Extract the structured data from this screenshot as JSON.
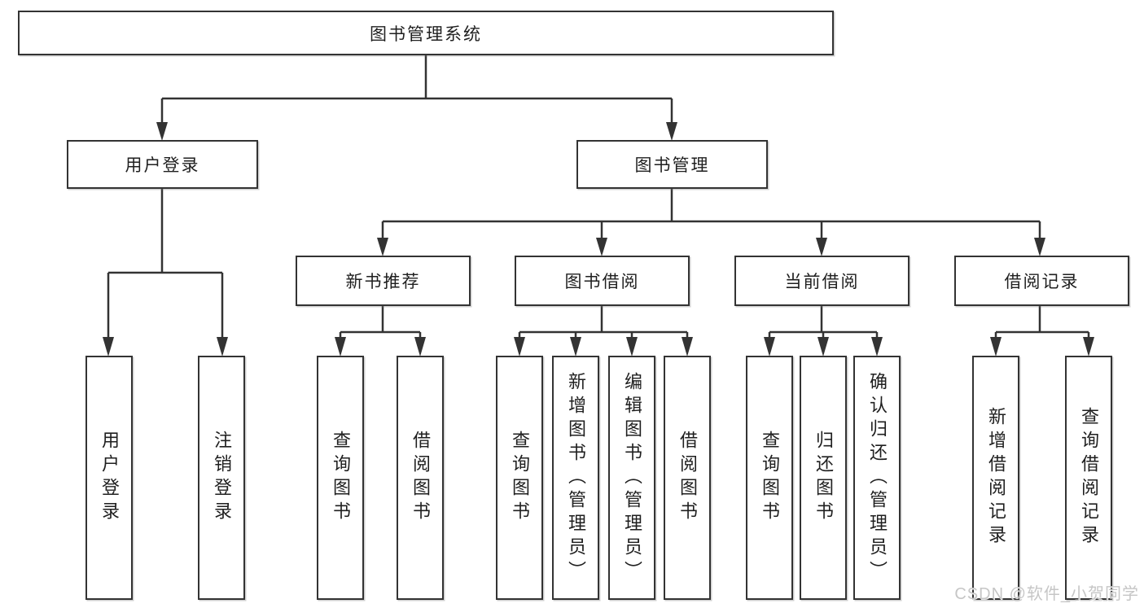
{
  "diagram": {
    "root": {
      "label": "图书管理系统"
    },
    "level2": [
      {
        "label": "用户登录"
      },
      {
        "label": "图书管理"
      }
    ],
    "level3": [
      {
        "label": "新书推荐"
      },
      {
        "label": "图书借阅"
      },
      {
        "label": "当前借阅"
      },
      {
        "label": "借阅记录"
      }
    ],
    "leaves": {
      "user_login": [
        {
          "label": "用户登录"
        },
        {
          "label": "注销登录"
        }
      ],
      "new_book_recommend": [
        {
          "label": "查询图书"
        },
        {
          "label": "借阅图书"
        }
      ],
      "book_borrow": [
        {
          "label": "查询图书"
        },
        {
          "label": "新增图书（管理员）"
        },
        {
          "label": "编辑图书（管理员）"
        },
        {
          "label": "借阅图书"
        }
      ],
      "current_borrow": [
        {
          "label": "查询图书"
        },
        {
          "label": "归还图书"
        },
        {
          "label": "确认归还（管理员）"
        }
      ],
      "borrow_records": [
        {
          "label": "新增借阅记录"
        },
        {
          "label": "查询借阅记录"
        }
      ]
    },
    "watermark": "CSDN @软件_小贺同学",
    "colors": {
      "line": "#333333",
      "text": "#1f1f1f",
      "background": "#ffffff",
      "watermark": "#c6c6c6"
    }
  }
}
